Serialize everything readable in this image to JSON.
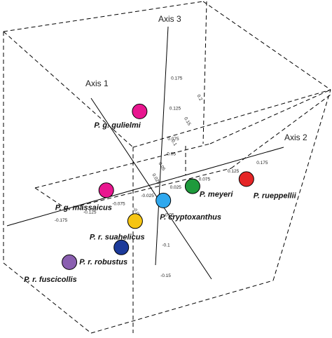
{
  "chart_data": {
    "type": "scatter",
    "projection": "3d",
    "title": "",
    "axes": [
      {
        "name": "Axis 1",
        "ticks": [
          {
            "v": -0.05,
            "label": "-0.05"
          },
          {
            "v": 0.025,
            "label": "0.025"
          },
          {
            "v": 0.05,
            "label": "0.05"
          },
          {
            "v": 0.1,
            "label": "0.1"
          },
          {
            "v": 0.15,
            "label": "0.15"
          },
          {
            "v": 0.2,
            "label": "0.2"
          }
        ]
      },
      {
        "name": "Axis 2",
        "ticks": [
          {
            "v": -0.175,
            "label": "-0.175"
          },
          {
            "v": -0.125,
            "label": "-0.125"
          },
          {
            "v": -0.075,
            "label": "-0.075"
          },
          {
            "v": -0.025,
            "label": "-0.025"
          },
          {
            "v": 0.025,
            "label": "0.025"
          },
          {
            "v": 0.075,
            "label": "0.075"
          },
          {
            "v": 0.125,
            "label": "0.125"
          },
          {
            "v": 0.175,
            "label": "0.175"
          }
        ]
      },
      {
        "name": "Axis 3",
        "ticks": [
          {
            "v": -0.15,
            "label": "-0.15"
          },
          {
            "v": -0.1,
            "label": "-0.1"
          },
          {
            "v": -0.05,
            "label": "-0.05"
          },
          {
            "v": 0.05,
            "label": "0.05"
          },
          {
            "v": 0.075,
            "label": "0.075"
          },
          {
            "v": 0.125,
            "label": "0.125"
          },
          {
            "v": 0.175,
            "label": "0.175"
          }
        ]
      }
    ],
    "points": [
      {
        "label": "P. g. gulielmi",
        "axis1": -0.06,
        "axis2": -0.02,
        "axis3": 0.17,
        "color": "#e8168f"
      },
      {
        "label": "P. g. massaicus",
        "axis1": 0.01,
        "axis2": -0.1,
        "axis3": 0.01,
        "color": "#e8168f"
      },
      {
        "label": "P. r. suahelicus",
        "axis1": -0.03,
        "axis2": -0.03,
        "axis3": -0.03,
        "color": "#f6c513"
      },
      {
        "label": "P. r. fuscicollis",
        "axis1": -0.01,
        "axis2": -0.15,
        "axis3": -0.08,
        "color": "#8a5fb0"
      },
      {
        "label": "P. r. robustus",
        "axis1": -0.01,
        "axis2": -0.06,
        "axis3": -0.08,
        "color": "#1c3a9a"
      },
      {
        "label": "P. cryptoxanthus",
        "axis1": -0.06,
        "axis2": 0.03,
        "axis3": 0.01,
        "color": "#2fa8ee"
      },
      {
        "label": "P. meyeri",
        "axis1": -0.06,
        "axis2": 0.08,
        "axis3": 0.02,
        "color": "#1e9a3c"
      },
      {
        "label": "P. rueppellii",
        "axis1": -0.05,
        "axis2": 0.17,
        "axis3": 0.0,
        "color": "#e52526"
      }
    ]
  }
}
